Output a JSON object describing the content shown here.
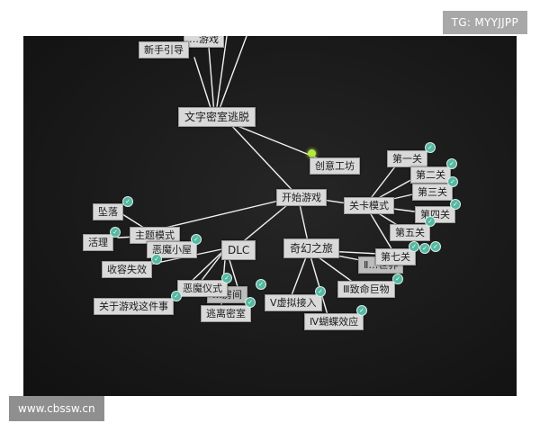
{
  "watermarks": {
    "top_right": "TG: MYYJJPP",
    "bottom_left": "www.cbssw.cn"
  },
  "skill_tree": {
    "nodes": {
      "partial_top": "…游戏",
      "tutorial": "新手引导",
      "escape": "文字密室逃脱",
      "creative": "创意工坊",
      "start": "开始游戏",
      "level_mode": "关卡模式",
      "level1": "第一关",
      "level2": "第二关",
      "level3": "第三关",
      "level4": "第四关",
      "level5": "第五关",
      "level7": "第七关",
      "fall": "坠落",
      "theme_mode": "主题模式",
      "survive": "活理",
      "devil_house": "恶魔小屋",
      "dlc": "DLC",
      "fantasy": "奇幻之旅",
      "collect_fail": "收容失效",
      "devil_ritual": "恶魔仪式",
      "room": "…房间",
      "about": "关于游戏这件事",
      "escape_room": "逃离密室",
      "virtual": "Ⅴ虚拟接入",
      "fatal": "Ⅲ致命巨物",
      "butterfly": "Ⅳ蝴蝶效应",
      "dim_world": "Ⅱ…世界"
    },
    "colors": {
      "background": "#1a1a1a",
      "node_fill": "#d9d9d9",
      "edge": "#f2f2f2",
      "check_badge": "#56b8a2",
      "creative_pin": "#b5e83e"
    }
  }
}
